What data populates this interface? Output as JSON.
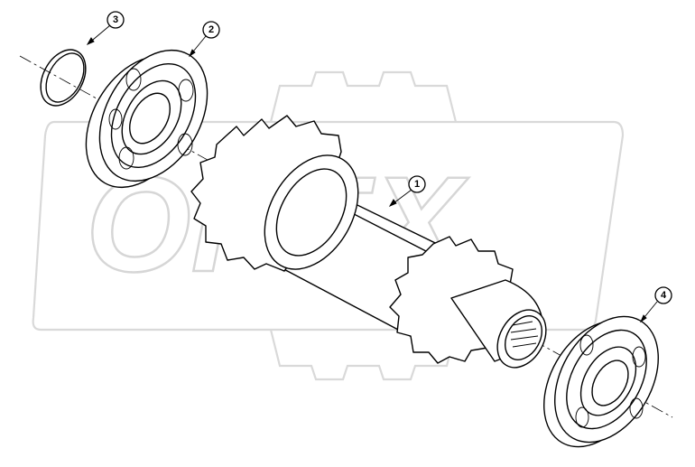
{
  "watermark": {
    "text": "OPEX"
  },
  "callouts": [
    {
      "id": "callout-1",
      "label": "1"
    },
    {
      "id": "callout-2",
      "label": "2"
    },
    {
      "id": "callout-3",
      "label": "3"
    },
    {
      "id": "callout-4",
      "label": "4"
    }
  ],
  "parts": [
    {
      "callout": "1",
      "icon": "gear-shaft-icon"
    },
    {
      "callout": "2",
      "icon": "ball-bearing-icon"
    },
    {
      "callout": "3",
      "icon": "snap-ring-icon"
    },
    {
      "callout": "4",
      "icon": "ball-bearing-icon"
    }
  ]
}
